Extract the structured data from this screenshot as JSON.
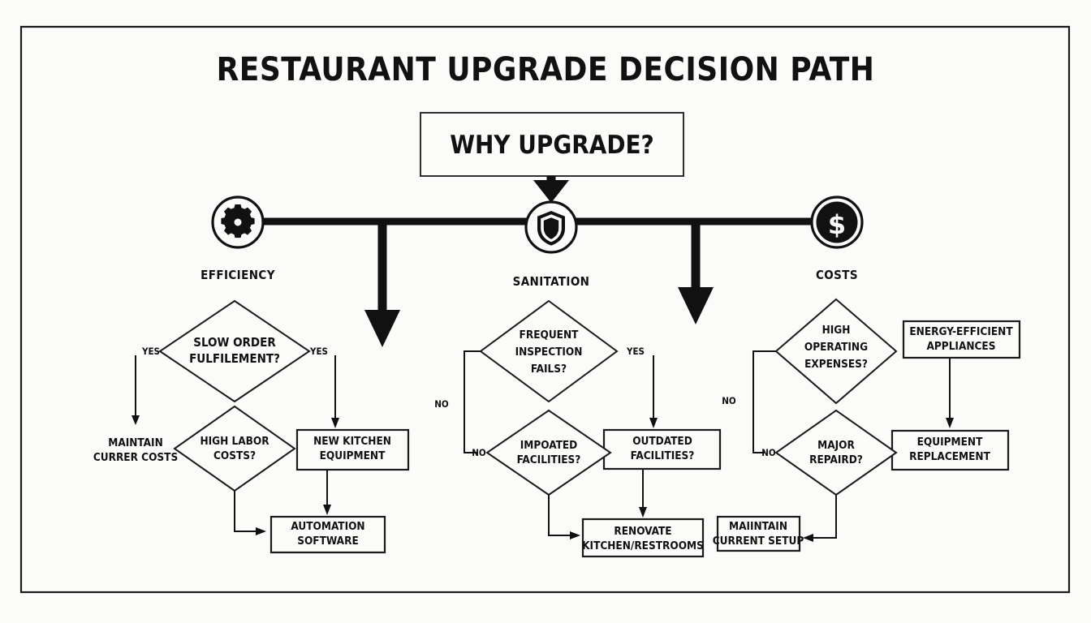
{
  "page": {
    "title": "RESTAURANT UPGRADE DECISION PATH",
    "background_color": "#fbfbf9",
    "ink_color": "#111111"
  },
  "root": {
    "label": "WHY UPGRADE?"
  },
  "categories": [
    {
      "id": "efficiency",
      "label": "EFFICIENCY",
      "icon": "gear-icon"
    },
    {
      "id": "sanitation",
      "label": "SANITATION",
      "icon": "shield-icon"
    },
    {
      "id": "costs",
      "label": "COSTS",
      "icon": "dollar-icon"
    }
  ],
  "branches": {
    "efficiency": {
      "decision_1": {
        "line1": "SLOW ORDER",
        "line2": "FULFILEMENT?"
      },
      "decision_2": {
        "line1": "HIGH LABOR",
        "line2": "COSTS?"
      },
      "outcome_left": {
        "line1": "MAINTAIN",
        "line2": "CURRER COSTS"
      },
      "outcome_1": {
        "line1": "NEW KITCHEN",
        "line2": "EQUIPMENT"
      },
      "outcome_2": {
        "line1": "AUTOMATION",
        "line2": "SOFTWARE"
      },
      "edge_left": "YES",
      "edge_right": "YES"
    },
    "sanitation": {
      "decision_1": {
        "line1": "FREQUENT",
        "line2": "INSPECTION",
        "line3": "FAILS?"
      },
      "decision_2": {
        "line1": "IMPOATED",
        "line2": "FACILITIES?"
      },
      "outcome_1": {
        "line1": "OUTDATED",
        "line2": "FACILITIES?"
      },
      "outcome_2": {
        "line1": "RENOVATE",
        "line2": "KITCHEN/RESTROOMS"
      },
      "edge_no_outer": "NO",
      "edge_no_inner": "NO",
      "edge_yes": "YES"
    },
    "costs": {
      "decision_1": {
        "line1": "HIGH",
        "line2": "OPERATING",
        "line3": "EXPENSES?"
      },
      "decision_2": {
        "line1": "MAJOR",
        "line2": "REPAIRD?"
      },
      "outcome_1": {
        "line1": "ENERGY-EFFICIENT",
        "line2": "APPLIANCES"
      },
      "outcome_2": {
        "line1": "EQUIPMENT",
        "line2": "REPLACEMENT"
      },
      "outcome_3": {
        "line1": "MAIINTAIN",
        "line2": "CURRENT SETUP"
      },
      "edge_no_outer": "NO",
      "edge_no_inner": "NO"
    }
  }
}
